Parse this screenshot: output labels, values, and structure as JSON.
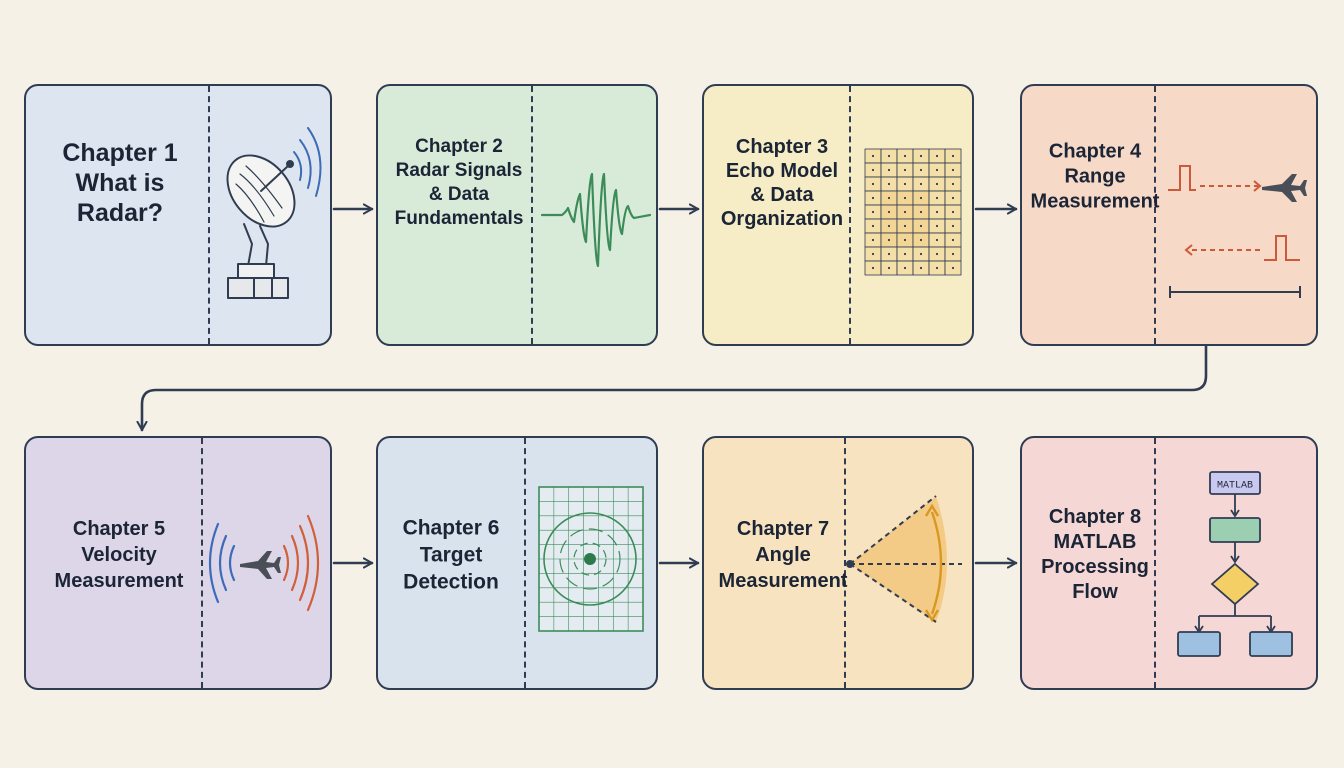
{
  "colors": {
    "outline": "#2f3c52",
    "card_fill": [
      "#dde5f0",
      "#d8ebd9",
      "#f6edc6",
      "#f7d9c8",
      "#ddd5e8",
      "#d8e3ee",
      "#f8e3c0",
      "#f5d8d5"
    ],
    "wave": "#3c8c5a",
    "pulse": "#cc5a3a",
    "signal_blue": "#3c6bb8",
    "signal_red": "#d0603a",
    "grid_fill": "#f3d390",
    "cone_fill": "#f2c77d",
    "flow_green": "#9ccfb2",
    "flow_yellow": "#f3cf66",
    "flow_blue": "#9ec1e2",
    "matlab_box": "#c9c8ee"
  },
  "chapters": [
    {
      "name": "chapter-1",
      "lines": [
        "Chapter 1",
        "What is",
        "Radar?"
      ],
      "icons": [
        "satellite-dish-icon",
        "signal-waves-icon"
      ]
    },
    {
      "name": "chapter-2",
      "lines": [
        "Chapter 2",
        "Radar Signals",
        "& Data",
        "Fundamentals"
      ],
      "icons": [
        "waveform-icon"
      ]
    },
    {
      "name": "chapter-3",
      "lines": [
        "Chapter 3",
        "Echo Model",
        "& Data",
        "Organization"
      ],
      "icons": [
        "data-grid-icon"
      ]
    },
    {
      "name": "chapter-4",
      "lines": [
        "Chapter 4",
        "Range",
        "Measurement"
      ],
      "icons": [
        "pulse-icon",
        "airplane-icon",
        "echo-pulse-icon",
        "range-ruler-icon"
      ]
    },
    {
      "name": "chapter-5",
      "lines": [
        "Chapter 5",
        "Velocity",
        "Measurement"
      ],
      "icons": [
        "doppler-waves-icon",
        "airplane-icon"
      ]
    },
    {
      "name": "chapter-6",
      "lines": [
        "Chapter 6",
        "Target",
        "Detection"
      ],
      "icons": [
        "radar-scope-icon"
      ]
    },
    {
      "name": "chapter-7",
      "lines": [
        "Chapter 7",
        "Angle",
        "Measurement"
      ],
      "icons": [
        "angle-cone-icon"
      ]
    },
    {
      "name": "chapter-8",
      "lines": [
        "Chapter 8",
        "MATLAB",
        "Processing",
        "Flow"
      ],
      "icons": [
        "flowchart-icon"
      ],
      "flow_label": "MATLAB"
    }
  ]
}
